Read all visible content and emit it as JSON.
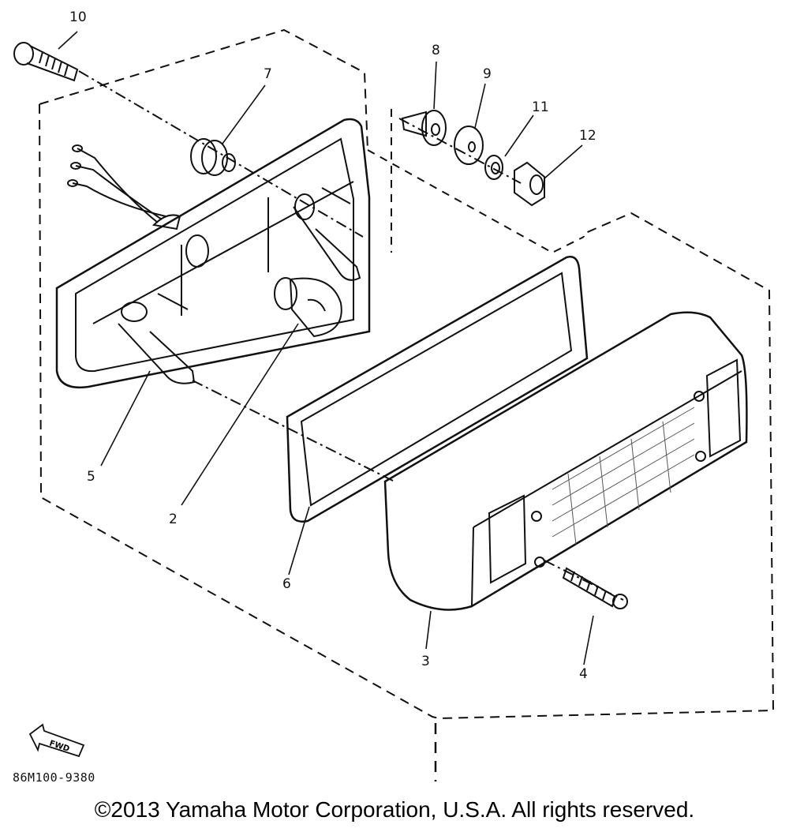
{
  "callouts": [
    {
      "id": "10",
      "label": "10"
    },
    {
      "id": "7",
      "label": "7"
    },
    {
      "id": "8",
      "label": "8"
    },
    {
      "id": "9",
      "label": "9"
    },
    {
      "id": "11",
      "label": "11"
    },
    {
      "id": "12",
      "label": "12"
    },
    {
      "id": "5",
      "label": "5"
    },
    {
      "id": "2",
      "label": "2"
    },
    {
      "id": "6",
      "label": "6"
    },
    {
      "id": "3",
      "label": "3"
    },
    {
      "id": "4",
      "label": "4"
    }
  ],
  "fwd_label": "FWD",
  "part_code": "86M100-9380",
  "copyright": "©2013 Yamaha Motor Corporation, U.S.A. All rights reserved."
}
